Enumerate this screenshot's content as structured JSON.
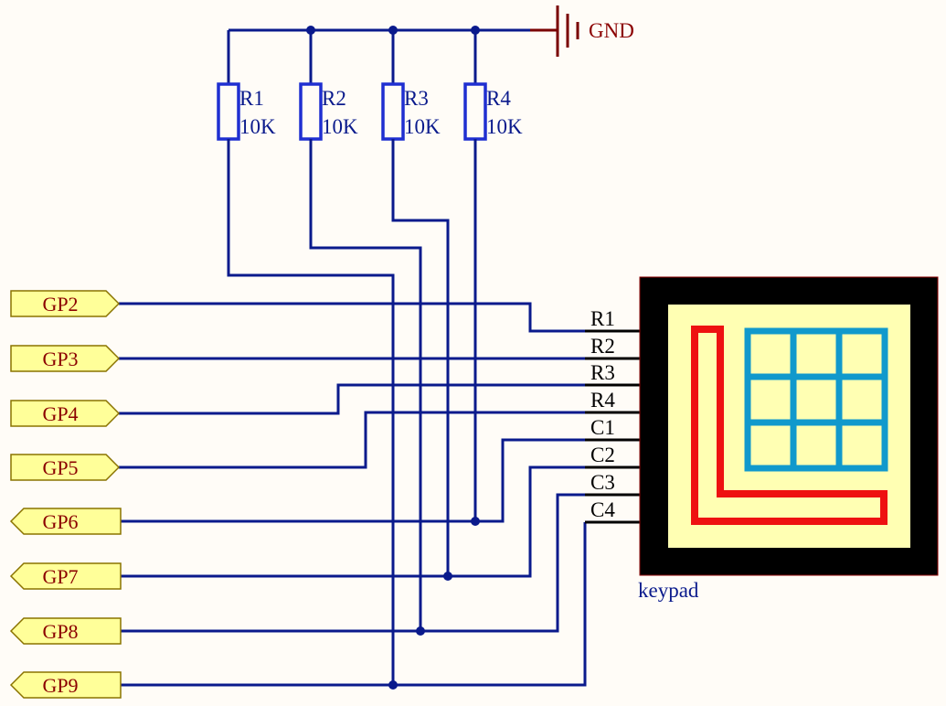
{
  "ground": {
    "label": "GND"
  },
  "resistors": [
    {
      "designator": "R1",
      "value": "10K"
    },
    {
      "designator": "R2",
      "value": "10K"
    },
    {
      "designator": "R3",
      "value": "10K"
    },
    {
      "designator": "R4",
      "value": "10K"
    }
  ],
  "ports": [
    "GP2",
    "GP3",
    "GP4",
    "GP5",
    "GP6",
    "GP7",
    "GP8",
    "GP9"
  ],
  "keypad": {
    "label": "keypad",
    "pins": [
      "R1",
      "R2",
      "R3",
      "R4",
      "C1",
      "C2",
      "C3",
      "C4"
    ]
  },
  "colors": {
    "wire": "#0a1a8c",
    "resistor": "#1f2fd1",
    "port_fill": "#ffff99",
    "port_text": "#8b0000",
    "keypad_body": "#000000",
    "keypad_face": "#ffffb3",
    "keypad_l_mark": "#ee1111",
    "keypad_grid": "#1199cc"
  }
}
